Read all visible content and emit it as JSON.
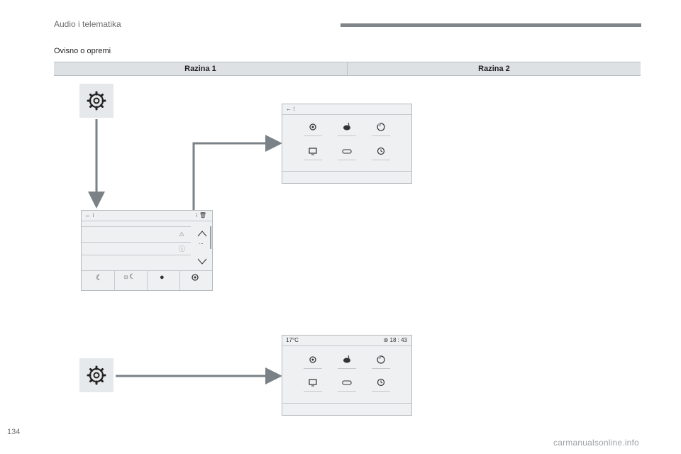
{
  "header": {
    "section_title": "Audio i telematika"
  },
  "subtitle": "Ovisno o opremi",
  "table": {
    "levels": [
      "Razina 1",
      "Razina 2"
    ]
  },
  "screens": {
    "top_right": {
      "back_label": "←  ⁝"
    },
    "middle": {
      "back_label": "←  ⁝",
      "top_right_icons": "⁝  🗑",
      "dots_label": "..."
    },
    "bottom_right": {
      "temperature": "17°C",
      "time": "⊛  18 : 43"
    }
  },
  "footer": {
    "page_number": "134",
    "watermark": "carmanualsonline.info"
  },
  "colors": {
    "arrow": "#7a8287",
    "box": "#e6e9eb",
    "screen": "#eef0f1"
  }
}
